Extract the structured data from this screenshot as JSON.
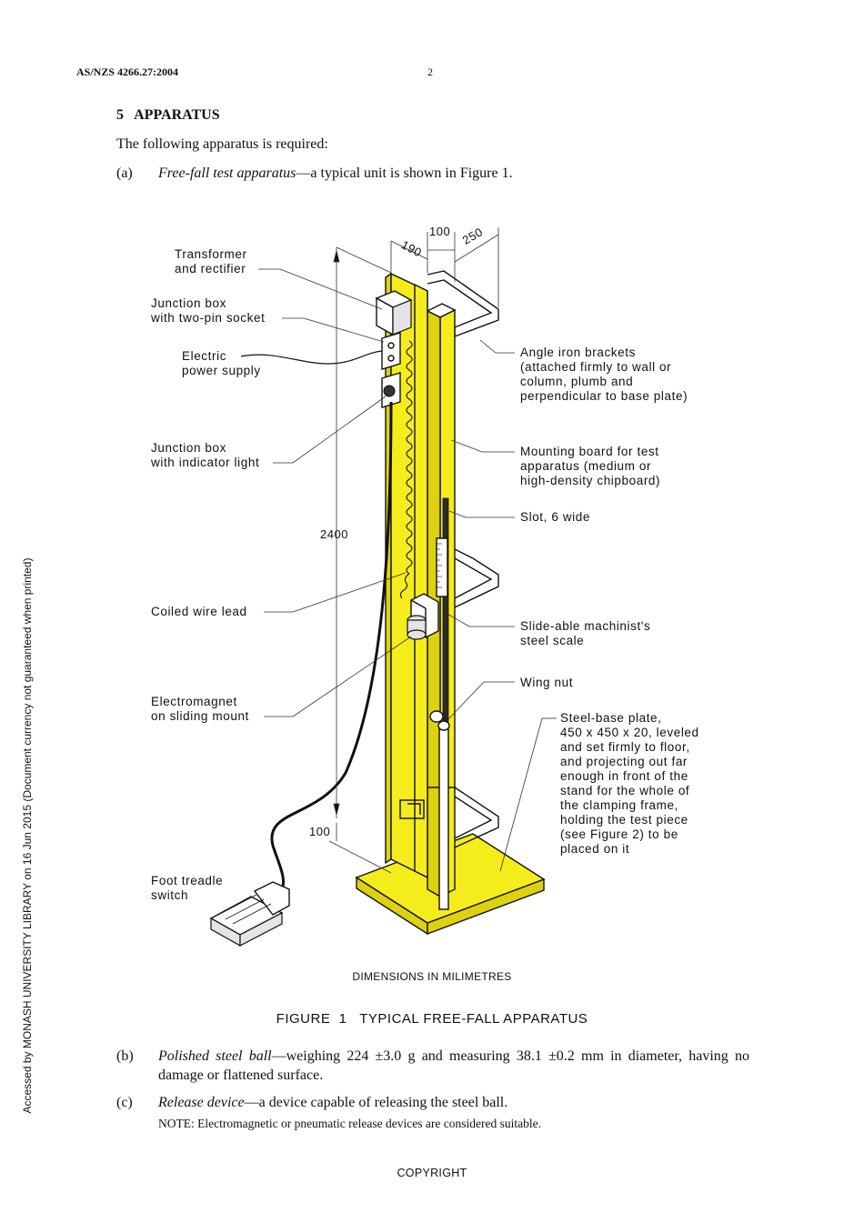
{
  "header": {
    "standard": "AS/NZS 4266.27:2004",
    "page": "2"
  },
  "section": {
    "title": "5   APPARATUS",
    "intro": "The following apparatus is required:"
  },
  "items": {
    "a": {
      "label": "(a)",
      "term": "Free-fall test apparatus",
      "rest": "—a typical unit is shown in Figure 1."
    },
    "b": {
      "label": "(b)",
      "term": "Polished steel ball",
      "rest": "—weighing 224 ±3.0 g and measuring 38.1 ±0.2 mm in diameter, having no damage or flattened surface."
    },
    "c": {
      "label": "(c)",
      "term": "Release device",
      "rest": "—a device capable of releasing the steel ball."
    }
  },
  "note": "NOTE: Electromagnetic or pneumatic release devices are considered suitable.",
  "figure": {
    "caption": "FIGURE  1   TYPICAL FREE-FALL APPARATUS",
    "dimensions_note": "DIMENSIONS IN MILIMETRES",
    "dims": {
      "d100_top": "100",
      "d190": "190",
      "d250": "250",
      "d2400": "2400",
      "d100_bottom": "100"
    },
    "labels": {
      "transformer": "Transformer\nand rectifier",
      "junction_socket": "Junction box\nwith two-pin socket",
      "power_supply": "Electric\npower supply",
      "junction_light": "Junction box\nwith indicator light",
      "coiled_wire": "Coiled wire lead",
      "electromagnet": "Electromagnet\non sliding mount",
      "foot_treadle": "Foot treadle\nswitch",
      "angle_iron": "Angle iron brackets\n(attached firmly to wall or\ncolumn, plumb and\nperpendicular to base plate)",
      "mounting_board": "Mounting board for test\napparatus (medium or\nhigh-density chipboard)",
      "slot": "Slot, 6 wide",
      "steel_scale": "Slide-able machinist's\nsteel scale",
      "wing_nut": "Wing nut",
      "base_plate": "Steel-base plate,\n450 x 450 x 20, leveled\nand set firmly to floor,\nand projecting out far\nenough in front of the\nstand for the whole of\nthe clamping frame,\nholding the test piece\n(see Figure 2) to be\nplaced on it"
    },
    "colors": {
      "board": "#f5ec1c",
      "board_side": "#ddd20f",
      "outline": "#111111"
    }
  },
  "side_note": "Accessed by MONASH UNIVERSITY LIBRARY on 16 Jun 2015 (Document currency not guaranteed when printed)",
  "footer": {
    "copyright": "COPYRIGHT"
  }
}
